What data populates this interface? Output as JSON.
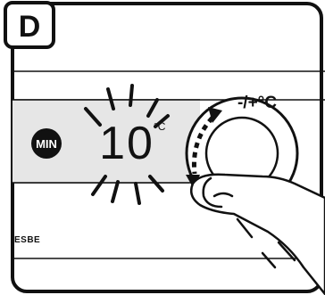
{
  "panel": {
    "label": "D"
  },
  "controls": {
    "min_button_label": "MIN",
    "dial_label": "-/+°C"
  },
  "display": {
    "value": "10",
    "unit": "°C"
  },
  "brand": {
    "text": "ESBE"
  }
}
